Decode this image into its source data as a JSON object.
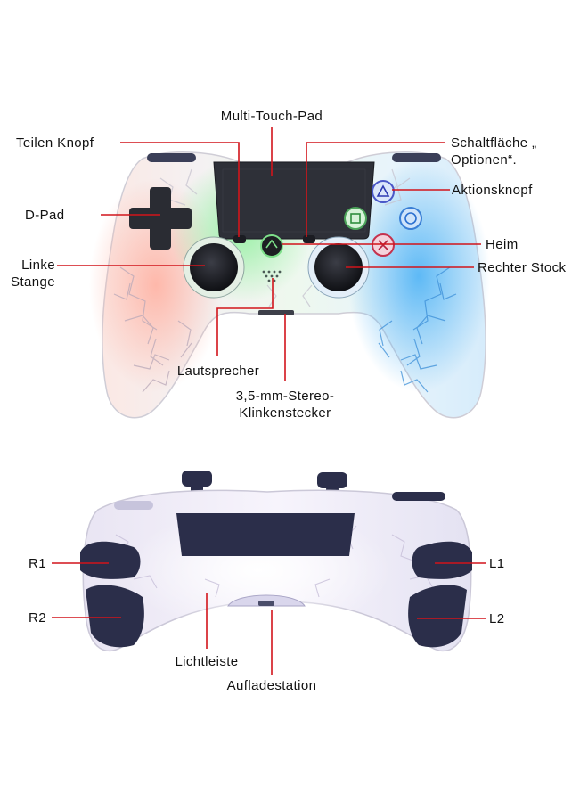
{
  "labels": {
    "multi_touch_pad": "Multi-Touch-Pad",
    "teilen_knopf": "Teilen Knopf",
    "schaltflaeche_optionen_line1": "Schaltfläche „",
    "schaltflaeche_optionen_line2": "Optionen“.",
    "aktionsknopf": "Aktionsknopf",
    "d_pad": "D-Pad",
    "heim": "Heim",
    "linke_stange_line1": "Linke",
    "linke_stange_line2": "Stange",
    "rechter_stock": "Rechter Stock",
    "lautsprecher": "Lautsprecher",
    "klinke_line1": "3,5-mm-Stereo-",
    "klinke_line2": "Klinkenstecker",
    "r1": "R1",
    "r2": "R2",
    "l1": "L1",
    "l2": "L2",
    "lichtleiste": "Lichtleiste",
    "aufladestation": "Aufladestation"
  },
  "colors": {
    "callout_line": "#d2141b",
    "controller_body": "#f3f3f6",
    "crackle": "#b9a8b8",
    "glow_left": "#ff9d8a",
    "glow_right": "#58b8f4",
    "glow_center": "#7fe38a",
    "button_dark": "#23263a",
    "triggers": "#2b2e4a"
  },
  "icons": [
    "triangle-button-icon",
    "circle-button-icon",
    "cross-button-icon",
    "square-button-icon",
    "home-logo-icon",
    "speaker-grille-icon",
    "usb-port-icon"
  ]
}
